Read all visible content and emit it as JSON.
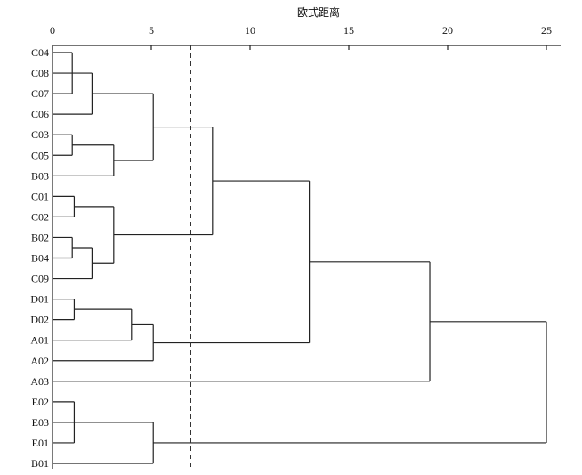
{
  "chart_data": {
    "type": "dendrogram",
    "title": "欧式距离",
    "xlabel": "欧式距离",
    "xlim": [
      0,
      25
    ],
    "xticks": [
      0,
      5,
      10,
      15,
      20,
      25
    ],
    "xtick_labels": [
      "0",
      "5",
      "10",
      "15",
      "20",
      "25"
    ],
    "cut_line": 7,
    "leaves": [
      "C04",
      "C08",
      "C07",
      "C06",
      "C03",
      "C05",
      "B03",
      "C01",
      "C02",
      "B02",
      "B04",
      "C09",
      "D01",
      "D02",
      "A01",
      "A02",
      "A03",
      "E02",
      "E03",
      "E01",
      "B01"
    ],
    "tree": {
      "d": 25,
      "c": [
        {
          "d": 19.1,
          "c": [
            {
              "d": 13.0,
              "c": [
                {
                  "d": 8.1,
                  "c": [
                    {
                      "d": 5.1,
                      "c": [
                        {
                          "d": 2.0,
                          "c": [
                            {
                              "d": 1.0,
                              "c": [
                                "C04",
                                "C08",
                                "C07"
                              ]
                            },
                            "C06"
                          ]
                        },
                        {
                          "d": 3.1,
                          "c": [
                            {
                              "d": 1.0,
                              "c": [
                                "C03",
                                "C05"
                              ]
                            },
                            "B03"
                          ]
                        }
                      ]
                    },
                    {
                      "d": 3.1,
                      "c": [
                        {
                          "d": 1.1,
                          "c": [
                            "C01",
                            "C02"
                          ]
                        },
                        {
                          "d": 2.0,
                          "c": [
                            {
                              "d": 1.0,
                              "c": [
                                "B02",
                                "B04"
                              ]
                            },
                            "C09"
                          ]
                        }
                      ]
                    }
                  ]
                },
                {
                  "d": 5.1,
                  "c": [
                    {
                      "d": 4.0,
                      "c": [
                        {
                          "d": 1.1,
                          "c": [
                            "D01",
                            "D02"
                          ]
                        },
                        "A01"
                      ]
                    },
                    "A02"
                  ]
                }
              ]
            },
            "A03"
          ]
        },
        {
          "d": 5.1,
          "c": [
            {
              "d": 1.1,
              "c": [
                "E02",
                "E03",
                "E01"
              ]
            },
            "B01"
          ]
        }
      ]
    }
  }
}
